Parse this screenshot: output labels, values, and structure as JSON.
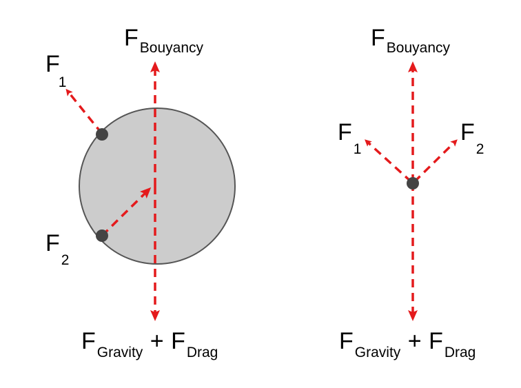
{
  "colors": {
    "arrow": "#e41a1c",
    "body_fill": "#cccccc",
    "body_stroke": "#555555",
    "point": "#444444",
    "text": "#000000"
  },
  "left_diagram": {
    "buoyancy": {
      "main": "F",
      "sub": "Bouyancy"
    },
    "f1": {
      "main": "F",
      "sub": "1"
    },
    "f2": {
      "main": "F",
      "sub": "2"
    },
    "bottom": {
      "f1": "F",
      "sub1": "Gravity",
      "plus": "+",
      "f2": "F",
      "sub2": "Drag"
    }
  },
  "right_diagram": {
    "buoyancy": {
      "main": "F",
      "sub": "Bouyancy"
    },
    "f1": {
      "main": "F",
      "sub": "1"
    },
    "f2": {
      "main": "F",
      "sub": "2"
    },
    "bottom": {
      "f1": "F",
      "sub1": "Gravity",
      "plus": "+",
      "f2": "F",
      "sub2": "Drag"
    }
  }
}
